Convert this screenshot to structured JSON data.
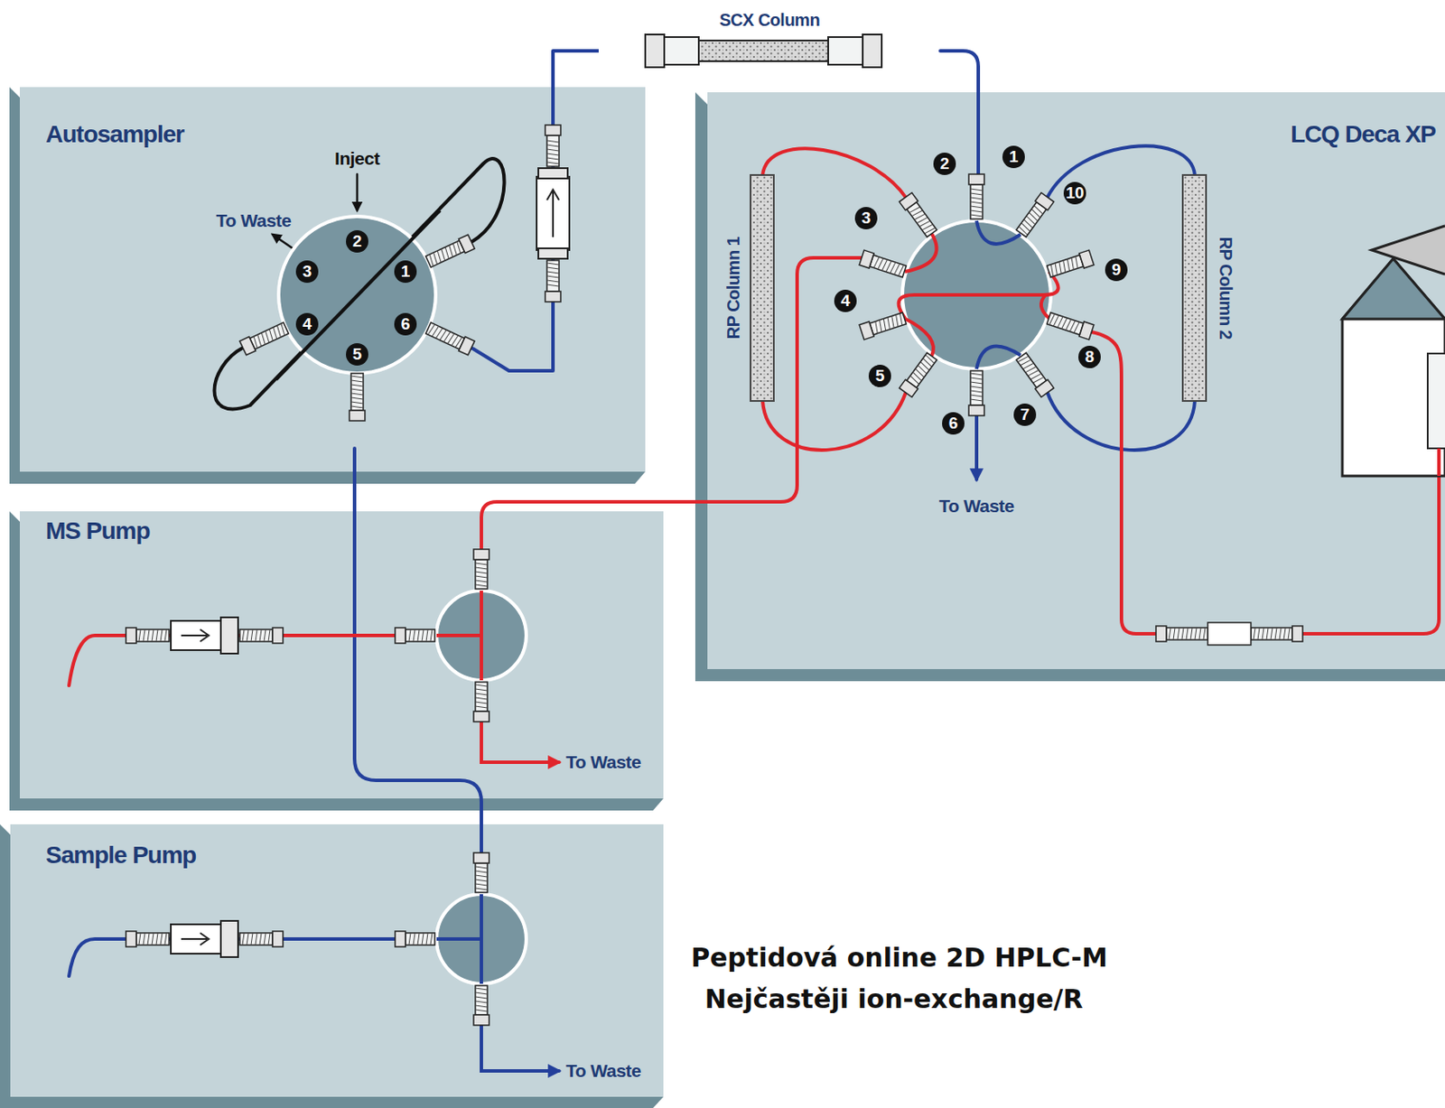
{
  "diagram": {
    "nodes": [
      {
        "text": [
          "Autosampler"
        ]
      },
      {
        "text": [
          "2",
          "3",
          "1",
          "4",
          "6",
          "5"
        ],
        "in": 0
      },
      {
        "text": [
          "SCX Column"
        ]
      },
      {
        "text": [
          "LCQ Deca XP"
        ]
      },
      {
        "text": [
          "RP Column 1"
        ],
        "in": 3
      },
      {
        "text": [
          "RP Column 2"
        ],
        "in": 3
      },
      {
        "text": [
          "MS Pump"
        ]
      },
      {
        "text": [
          "Sample Pump"
        ]
      }
    ],
    "edges": [
      {
        "from": 1,
        "to": 2,
        "arrow": "none"
      }
    ],
    "labels": [
      "Inject",
      "To Waste",
      "1",
      "2",
      "10",
      "3",
      "9",
      "4",
      "8",
      "5",
      "7",
      "6",
      "To Waste",
      "To Waste",
      "To Waste",
      "Peptidová online 2D HPLC-M",
      "Nejčastěji ion-exchange/R"
    ]
  }
}
